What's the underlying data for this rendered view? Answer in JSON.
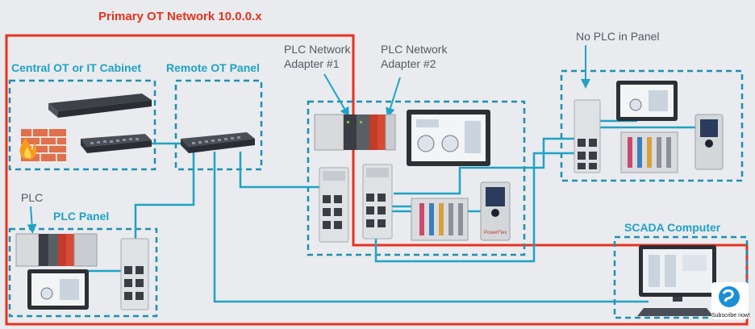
{
  "labels": {
    "primary_network": "Primary OT Network 10.0.0.x",
    "central_cabinet": "Central OT or IT Cabinet",
    "remote_panel": "Remote OT Panel",
    "plc_adapter_1_line1": "PLC Network",
    "plc_adapter_1_line2": "Adapter #1",
    "plc_adapter_2_line1": "PLC Network",
    "plc_adapter_2_line2": "Adapter #2",
    "no_plc": "No PLC in Panel",
    "plc": "PLC",
    "plc_panel": "PLC Panel",
    "scada": "SCADA Computer",
    "subscribe": "Subscribe now!"
  },
  "icons": {
    "server": "server-icon",
    "firewall": "firewall-icon",
    "core_switch": "network-switch-icon",
    "remote_switch": "network-switch-icon",
    "plc_rack": "plc-rack-icon",
    "industrial_switch": "industrial-switch-icon",
    "hmi": "hmi-panel-icon",
    "drive": "vfd-drive-icon",
    "io_module": "io-module-icon",
    "computer": "scada-computer-icon",
    "arrow": "arrow-down-icon",
    "subscribe_logo": "subscribe-logo-icon"
  },
  "colors": {
    "primary_network": "#e8321e",
    "ethernet": "#1fa3c4",
    "panel_border": "#1f8fb0",
    "teal_title": "#1fa3c4"
  }
}
